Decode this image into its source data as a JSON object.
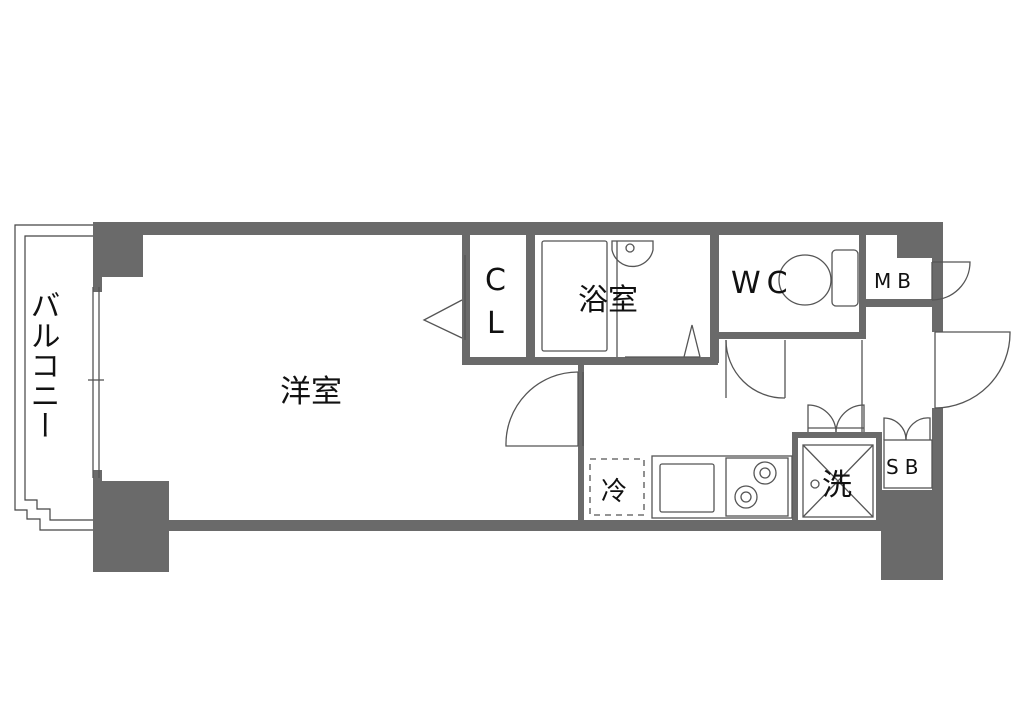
{
  "rooms": {
    "western_room": "洋室",
    "bathroom": "浴室",
    "closet": [
      "C",
      "L"
    ],
    "toilet": "WC",
    "meter_box": "MB",
    "shoe_box": "SB",
    "fridge": "冷",
    "washer": "洗",
    "balcony": "バルコニー"
  }
}
